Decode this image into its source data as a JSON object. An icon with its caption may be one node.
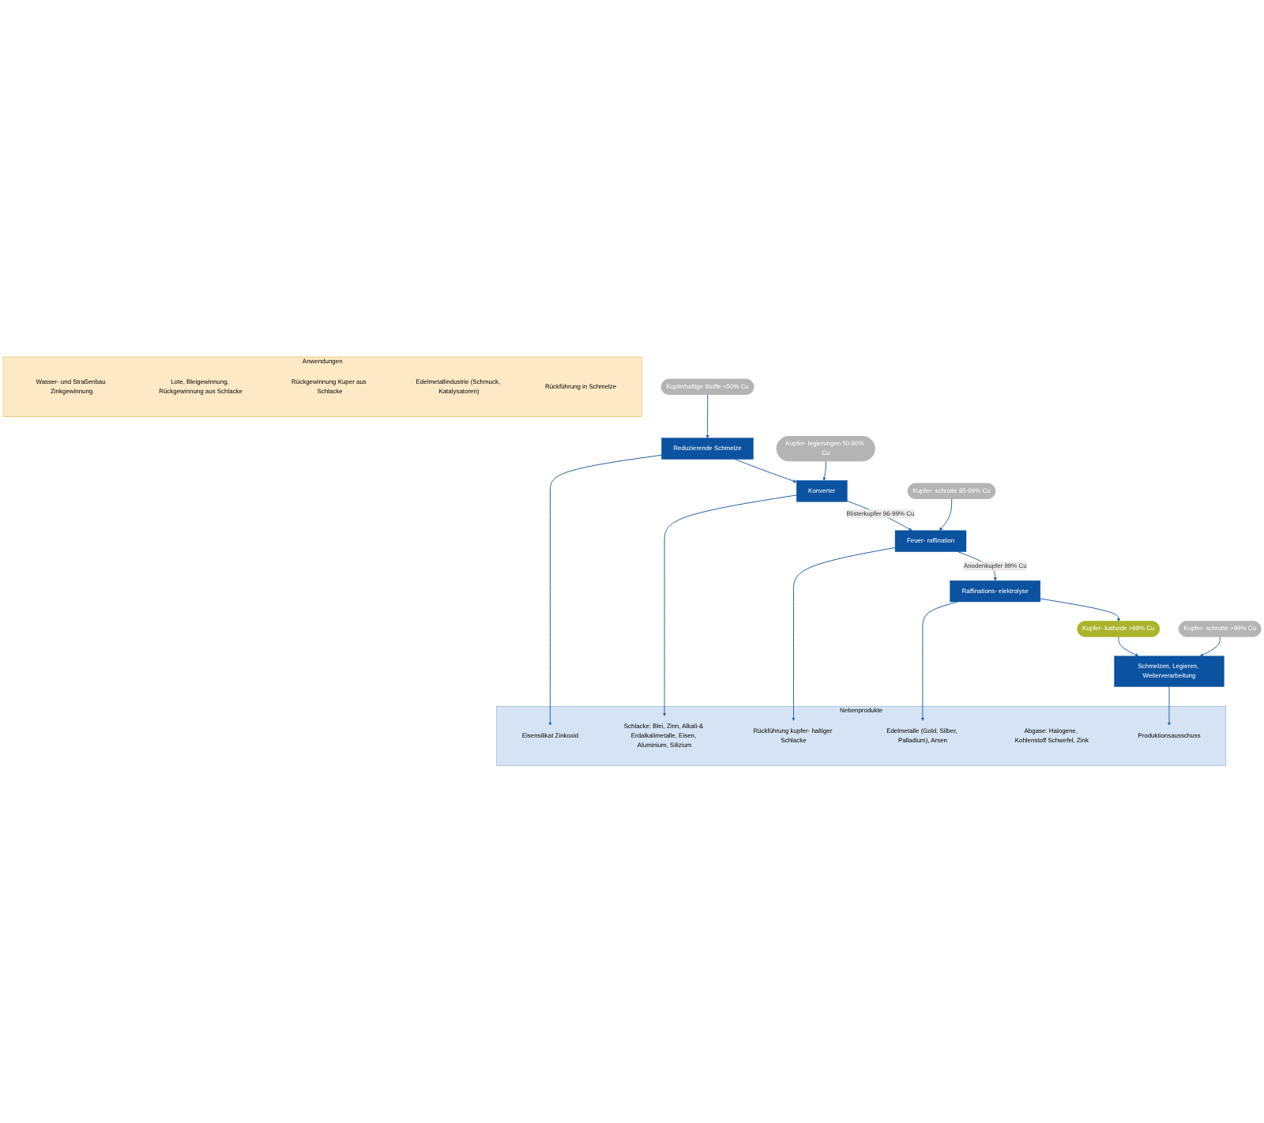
{
  "diagram": {
    "nodes": [
      {
        "text": [
          "Kupferhaltige Stoffe <50% Cu"
        ]
      },
      {
        "text": [
          "Reduzierende Schmelze"
        ]
      },
      {
        "text": [
          "Kupfer- legierungen 50-80% Cu"
        ]
      },
      {
        "text": [
          "Konverter"
        ]
      },
      {
        "text": [
          "Kupfer- schrotte 85-99% Cu"
        ]
      },
      {
        "text": [
          "Feuer- raffination"
        ]
      },
      {
        "text": [
          "Raffinations- elektrolyse"
        ]
      },
      {
        "text": [
          "Kupfer- kathode >99% Cu"
        ]
      },
      {
        "text": [
          "Kupfer- schrotte >99% Cu"
        ]
      },
      {
        "text": [
          "Schmelzen, Legieren, Weiterverarbeitung"
        ]
      },
      {
        "text": [
          "Nebenprodukte"
        ]
      },
      {
        "text": [
          "Eisensilikat Zinkoxid"
        ],
        "in": 10
      },
      {
        "text": [
          "Schlacke: Blei, Zinn, Alkali-& Erdalkalimetalle, Eisen, Aluminium, Silizium"
        ],
        "in": 10
      },
      {
        "text": [
          "Rückführung kupfer- haltiger Schlacke"
        ],
        "in": 10
      },
      {
        "text": [
          "Edelmetalle (Gold, Silber, Palladium), Arsen"
        ],
        "in": 10
      },
      {
        "text": [
          "Abgase: Halogene, Kohlenstoff Schwefel, Zink"
        ],
        "in": 10
      },
      {
        "text": [
          "Produktionsausschuss"
        ],
        "in": 10
      },
      {
        "text": [
          "Anwendungen"
        ]
      },
      {
        "text": [
          "Wasser- und Straßenbau Zinkgewinnung"
        ],
        "in": 17
      },
      {
        "text": [
          "Lote, Bleigewinnung, Rückgewinnung aus Schlacke"
        ],
        "in": 17
      },
      {
        "text": [
          "Rückgewinnung Kuper aus Schlacke"
        ],
        "in": 17
      },
      {
        "text": [
          "Edelmetallindustrie (Schmuck, Katalysatoren)"
        ],
        "in": 17
      },
      {
        "text": [
          "Rückführung in Schmelze"
        ],
        "in": 17
      }
    ],
    "edges": [
      {
        "from": 0,
        "to": 1,
        "arrow": "to"
      },
      {
        "from": 1,
        "to": 3,
        "arrow": "to"
      },
      {
        "from": 2,
        "to": 3,
        "arrow": "to"
      },
      {
        "from": 3,
        "to": 5,
        "arrow": "to",
        "label": "Blisterkupfer 96-99% Cu"
      },
      {
        "from": 4,
        "to": 5,
        "arrow": "to"
      },
      {
        "from": 5,
        "to": 6,
        "arrow": "to",
        "label": "Anodenkupfer 99% Cu"
      },
      {
        "from": 6,
        "to": 7,
        "arrow": "to"
      },
      {
        "from": 7,
        "to": 9,
        "arrow": "to"
      },
      {
        "from": 8,
        "to": 9,
        "arrow": "to"
      },
      {
        "from": 1,
        "to": 11,
        "arrow": "to"
      },
      {
        "from": 3,
        "to": 12,
        "arrow": "to"
      },
      {
        "from": 5,
        "to": 13,
        "arrow": "to"
      },
      {
        "from": 6,
        "to": 14,
        "arrow": "to"
      },
      {
        "from": 9,
        "to": 16,
        "arrow": "to"
      }
    ]
  }
}
